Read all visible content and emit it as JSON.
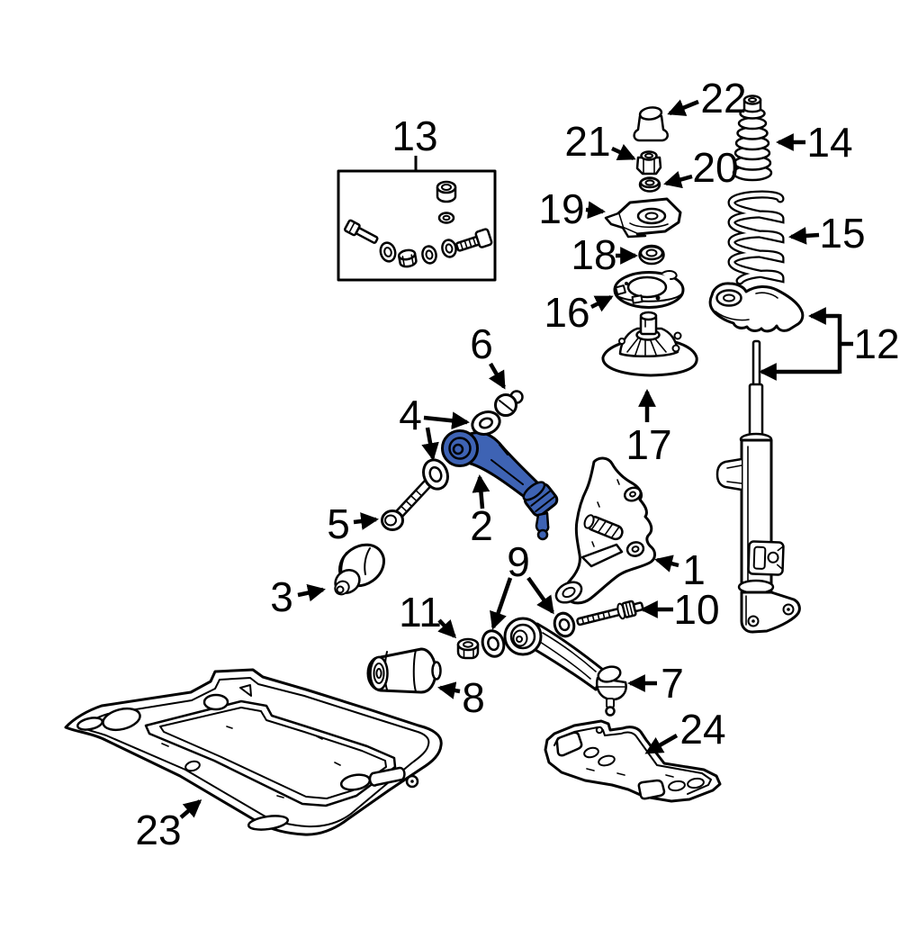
{
  "figure": {
    "kind": "exploded-parts-diagram",
    "subject": "Front suspension exploded parts diagram",
    "background_color": "#ffffff",
    "line_color": "#000000",
    "highlight_color": "#3e63b4",
    "highlighted_callout": "2",
    "callouts": [
      {
        "label": "1",
        "part": "steering-knuckle"
      },
      {
        "label": "2",
        "part": "front-control-arm-highlighted"
      },
      {
        "label": "3",
        "part": "control-arm-bushing"
      },
      {
        "label": "4",
        "part": "washer-pair"
      },
      {
        "label": "5",
        "part": "guide-bolt"
      },
      {
        "label": "6",
        "part": "cam-bolt"
      },
      {
        "label": "7",
        "part": "lower-control-arm-ball-joint"
      },
      {
        "label": "8",
        "part": "lower-arm-bushing"
      },
      {
        "label": "9",
        "part": "washer-pair"
      },
      {
        "label": "10",
        "part": "through-bolt"
      },
      {
        "label": "11",
        "part": "lock-nut"
      },
      {
        "label": "12",
        "part": "strut-assembly"
      },
      {
        "label": "13",
        "part": "mounting-hardware-kit"
      },
      {
        "label": "14",
        "part": "dust-boot"
      },
      {
        "label": "15",
        "part": "coil-spring"
      },
      {
        "label": "16",
        "part": "upper-spring-seat"
      },
      {
        "label": "17",
        "part": "strut-mount"
      },
      {
        "label": "18",
        "part": "washer"
      },
      {
        "label": "19",
        "part": "spring-retainer-plate"
      },
      {
        "label": "20",
        "part": "washer"
      },
      {
        "label": "21",
        "part": "lock-nut"
      },
      {
        "label": "22",
        "part": "bump-stop"
      },
      {
        "label": "23",
        "part": "suspension-subframe"
      },
      {
        "label": "24",
        "part": "subframe-brace-plate"
      }
    ]
  }
}
